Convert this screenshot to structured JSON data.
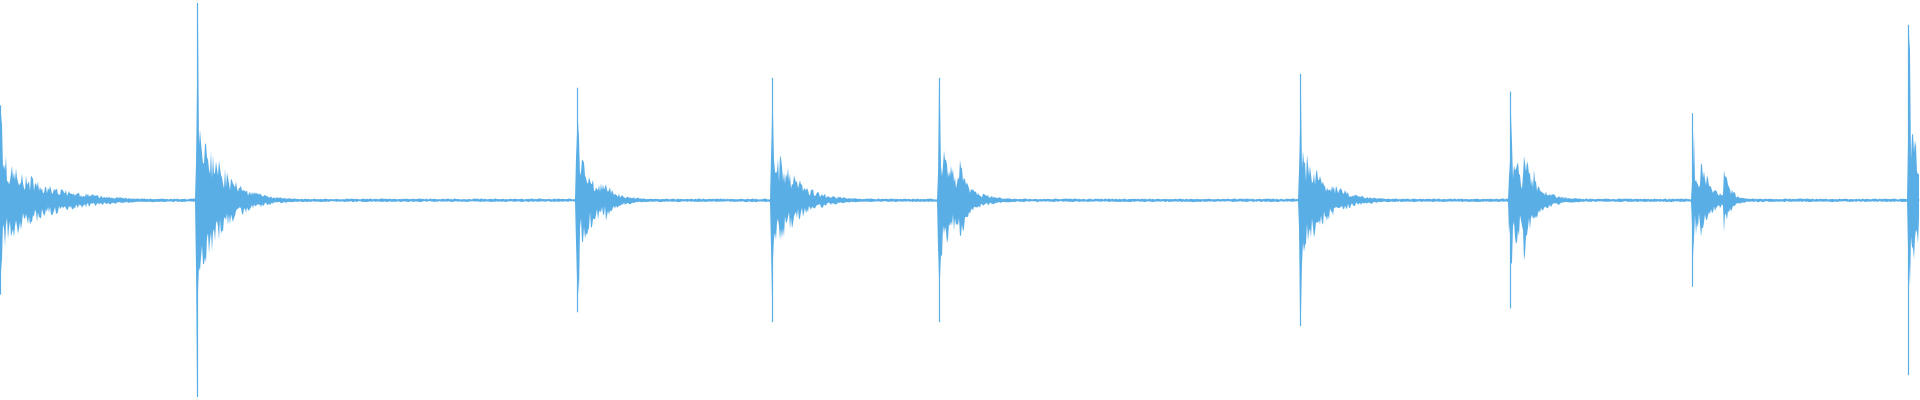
{
  "colors": {
    "background": "#ffffff",
    "waveform": "#5aaee6"
  },
  "waveform": {
    "baseline_amplitude": 0.006,
    "transients": [
      {
        "position": 0.0,
        "peak_up": 0.48,
        "peak_down": 0.48,
        "decay": 0.022,
        "sub_hits": []
      },
      {
        "position": 0.1025,
        "peak_up": 1.0,
        "peak_down": 1.0,
        "decay": 0.012,
        "sub_hits": [
          {
            "offset": 0.011,
            "peak": 0.14
          }
        ]
      },
      {
        "position": 0.3005,
        "peak_up": 0.57,
        "peak_down": 0.57,
        "decay": 0.01,
        "sub_hits": [
          {
            "offset": 0.015,
            "peak": 0.12
          }
        ]
      },
      {
        "position": 0.402,
        "peak_up": 0.62,
        "peak_down": 0.62,
        "decay": 0.012,
        "sub_hits": []
      },
      {
        "position": 0.489,
        "peak_up": 0.62,
        "peak_down": 0.62,
        "decay": 0.01,
        "sub_hits": [
          {
            "offset": 0.011,
            "peak": 0.24
          }
        ]
      },
      {
        "position": 0.677,
        "peak_up": 0.64,
        "peak_down": 0.64,
        "decay": 0.012,
        "sub_hits": [
          {
            "offset": 0.008,
            "peak": 0.12
          }
        ]
      },
      {
        "position": 0.7865,
        "peak_up": 0.55,
        "peak_down": 0.55,
        "decay": 0.01,
        "sub_hits": [
          {
            "offset": 0.007,
            "peak": 0.34
          },
          {
            "offset": 0.012,
            "peak": 0.18
          }
        ]
      },
      {
        "position": 0.8815,
        "peak_up": 0.44,
        "peak_down": 0.44,
        "decay": 0.008,
        "sub_hits": [
          {
            "offset": 0.004,
            "peak": 0.32
          },
          {
            "offset": 0.016,
            "peak": 0.18
          }
        ]
      },
      {
        "position": 0.994,
        "peak_up": 0.89,
        "peak_down": 0.89,
        "decay": 0.008,
        "sub_hits": []
      }
    ]
  }
}
